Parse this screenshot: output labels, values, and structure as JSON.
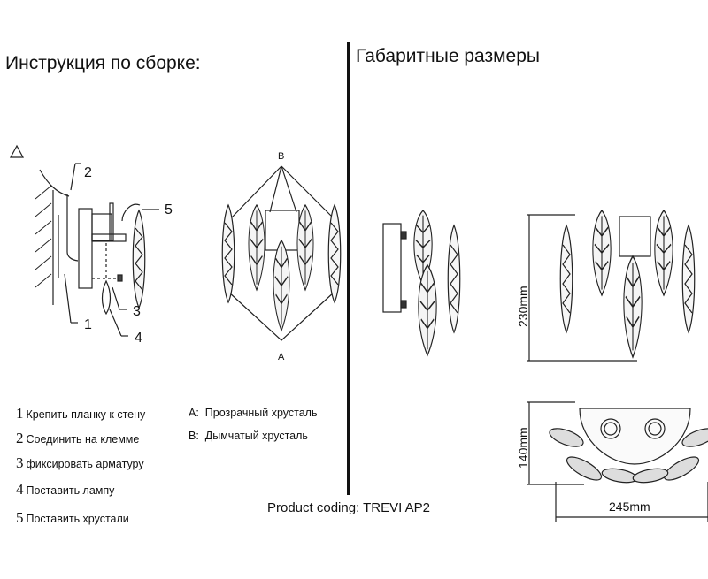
{
  "headings": {
    "assembly": "Инструкция по сборке:",
    "dimensions": "Габаритные размеры"
  },
  "steps": [
    {
      "num": "1",
      "text": "Крепить планку к стену"
    },
    {
      "num": "2",
      "text": "Соединить на клемме"
    },
    {
      "num": "3",
      "text": "фиксировать арматуру"
    },
    {
      "num": "4",
      "text": "Поставить лампу"
    },
    {
      "num": "5",
      "text": "Поставить хрустали"
    }
  ],
  "legend": [
    {
      "key": "A:",
      "text": "Прозрачный хрусталь"
    },
    {
      "key": "B:",
      "text": "Дымчатый хрусталь"
    }
  ],
  "diagram_labels": {
    "callouts": [
      "1",
      "2",
      "3",
      "4",
      "5"
    ],
    "point_a": "A",
    "point_b": "B"
  },
  "dimensions": {
    "height": "230mm",
    "depth": "140mm",
    "width": "245mm"
  },
  "product_coding": "Product coding: TREVI AP2"
}
